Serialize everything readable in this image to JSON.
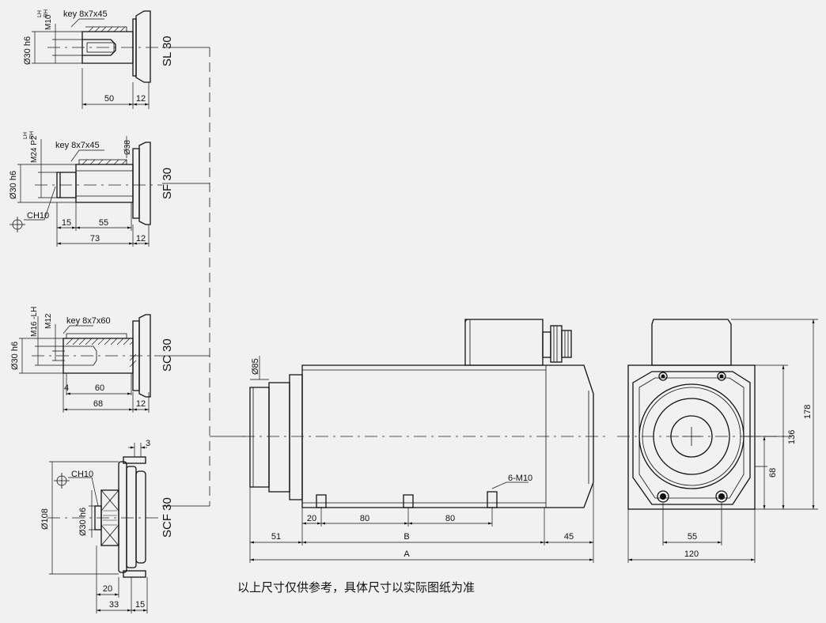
{
  "views": {
    "sl": {
      "label": "SL  30",
      "key": "key 8x7x45",
      "thread": "M10",
      "thread_lh": "LH",
      "thread_rh": "RH",
      "diameter": "Ø30 h6",
      "dims": [
        "50",
        "12"
      ]
    },
    "sf": {
      "label": "SF  30",
      "key": "key 8x7x45",
      "thread": "M24 P2",
      "thread_lh": "LH",
      "thread_rh": "RH",
      "collar": "Ø38",
      "diameter": "Ø30 h6",
      "chamfer": "CH10",
      "dims": [
        "15",
        "55",
        "73",
        "12"
      ]
    },
    "sc": {
      "label": "SC  30",
      "key": "key 8x7x60",
      "thread": "M16 -LH",
      "thread2": "M12",
      "diameter": "Ø30 h6",
      "dims": [
        "4",
        "60",
        "68",
        "12"
      ]
    },
    "scf": {
      "label": "SCF  30",
      "chamfer": "CH10",
      "outer": "Ø108",
      "diameter": "Ø30 h6",
      "dims": [
        "3",
        "20",
        "33",
        "15"
      ]
    }
  },
  "side_view": {
    "diameter": "Ø85",
    "thread_note": "6-M10",
    "dims": [
      "20",
      "80",
      "80",
      "51",
      "B",
      "45",
      "A"
    ]
  },
  "front_view": {
    "dims": [
      "178",
      "136",
      "68",
      "55",
      "120"
    ]
  },
  "footer_note": "以上尺寸仅供参考，具体尺寸以实际图纸为准"
}
